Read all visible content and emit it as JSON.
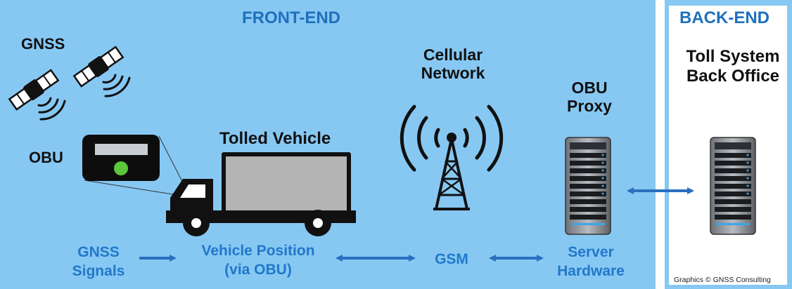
{
  "front_end": {
    "title": "FRONT-END"
  },
  "back_end": {
    "title": "BACK-END",
    "system_line1": "Toll System",
    "system_line2": "Back Office",
    "credit": "Graphics © GNSS Consulting"
  },
  "labels": {
    "gnss": "GNSS",
    "obu": "OBU",
    "tolled_vehicle": "Tolled Vehicle",
    "cellular_line1": "Cellular",
    "cellular_line2": "Network",
    "obu_proxy_line1": "OBU",
    "obu_proxy_line2": "Proxy"
  },
  "flow": {
    "gnss_signals_line1": "GNSS",
    "gnss_signals_line2": "Signals",
    "vehicle_position_line1": "Vehicle Position",
    "vehicle_position_line2": "(via OBU)",
    "gsm": "GSM",
    "server_line1": "Server",
    "server_line2": "Hardware"
  },
  "colors": {
    "panel_bg": "#87c8f3",
    "heading_blue": "#1f70bd",
    "label_blue": "#2178c9",
    "arrow_blue": "#2a6fc0",
    "obu_led": "#5cc63c"
  },
  "icons": [
    "satellite-icon",
    "obu-device-icon",
    "truck-icon",
    "cell-tower-icon",
    "server-icon"
  ]
}
